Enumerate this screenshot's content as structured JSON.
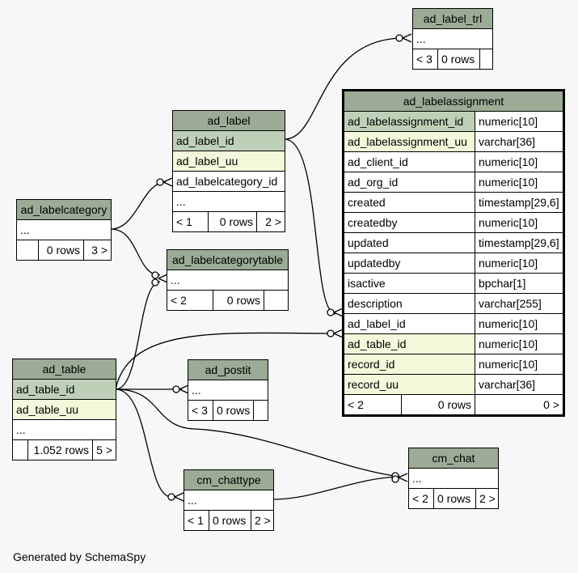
{
  "tables": {
    "ad_label_trl": {
      "title": "ad_label_trl",
      "rows": [
        "..."
      ],
      "footer": [
        "< 3",
        "0 rows",
        ""
      ]
    },
    "ad_labelassignment": {
      "title": "ad_labelassignment",
      "columns": [
        {
          "name": "ad_labelassignment_id",
          "type": "numeric[10]"
        },
        {
          "name": "ad_labelassignment_uu",
          "type": "varchar[36]"
        },
        {
          "name": "ad_client_id",
          "type": "numeric[10]"
        },
        {
          "name": "ad_org_id",
          "type": "numeric[10]"
        },
        {
          "name": "created",
          "type": "timestamp[29,6]"
        },
        {
          "name": "createdby",
          "type": "numeric[10]"
        },
        {
          "name": "updated",
          "type": "timestamp[29,6]"
        },
        {
          "name": "updatedby",
          "type": "numeric[10]"
        },
        {
          "name": "isactive",
          "type": "bpchar[1]"
        },
        {
          "name": "description",
          "type": "varchar[255]"
        },
        {
          "name": "ad_label_id",
          "type": "numeric[10]"
        },
        {
          "name": "ad_table_id",
          "type": "numeric[10]"
        },
        {
          "name": "record_id",
          "type": "numeric[10]"
        },
        {
          "name": "record_uu",
          "type": "varchar[36]"
        }
      ],
      "footer": [
        "< 2",
        "0 rows",
        "0 >"
      ]
    },
    "ad_label": {
      "title": "ad_label",
      "rows": [
        "ad_label_id",
        "ad_label_uu",
        "ad_labelcategory_id",
        "..."
      ],
      "footer": [
        "< 1",
        "0 rows",
        "2 >"
      ]
    },
    "ad_labelcategory": {
      "title": "ad_labelcategory",
      "rows": [
        "..."
      ],
      "footer": [
        "",
        "0 rows",
        "3 >"
      ]
    },
    "ad_labelcategorytable": {
      "title": "ad_labelcategorytable",
      "rows": [
        "..."
      ],
      "footer": [
        "< 2",
        "0 rows",
        ""
      ]
    },
    "ad_table": {
      "title": "ad_table",
      "rows": [
        "ad_table_id",
        "ad_table_uu",
        "..."
      ],
      "footer": [
        "",
        "1.052 rows",
        "5 >"
      ]
    },
    "ad_postit": {
      "title": "ad_postit",
      "rows": [
        "..."
      ],
      "footer": [
        "< 3",
        "0 rows",
        ""
      ]
    },
    "cm_chattype": {
      "title": "cm_chattype",
      "rows": [
        "..."
      ],
      "footer": [
        "< 1",
        "0 rows",
        "2 >"
      ]
    },
    "cm_chat": {
      "title": "cm_chat",
      "rows": [
        "..."
      ],
      "footer": [
        "< 2",
        "0 rows",
        "2 >"
      ]
    }
  },
  "relationships": [
    {
      "from": "ad_label_trl",
      "to": "ad_label"
    },
    {
      "from": "ad_labelassignment",
      "to": "ad_label"
    },
    {
      "from": "ad_labelassignment",
      "to": "ad_table"
    },
    {
      "from": "ad_label",
      "to": "ad_labelcategory"
    },
    {
      "from": "ad_labelcategorytable",
      "to": "ad_labelcategory"
    },
    {
      "from": "ad_labelcategorytable",
      "to": "ad_table"
    },
    {
      "from": "ad_postit",
      "to": "ad_table"
    },
    {
      "from": "cm_chattype",
      "to": "ad_table"
    },
    {
      "from": "cm_chat",
      "to": "ad_table"
    },
    {
      "from": "cm_chat",
      "to": "cm_chattype"
    }
  ],
  "credit": "Generated by SchemaSpy",
  "colors": {
    "background": "#f7f7f7",
    "header": "#9bab96",
    "primary_key": "#bed1b8",
    "indexed": "#f4f7da"
  }
}
